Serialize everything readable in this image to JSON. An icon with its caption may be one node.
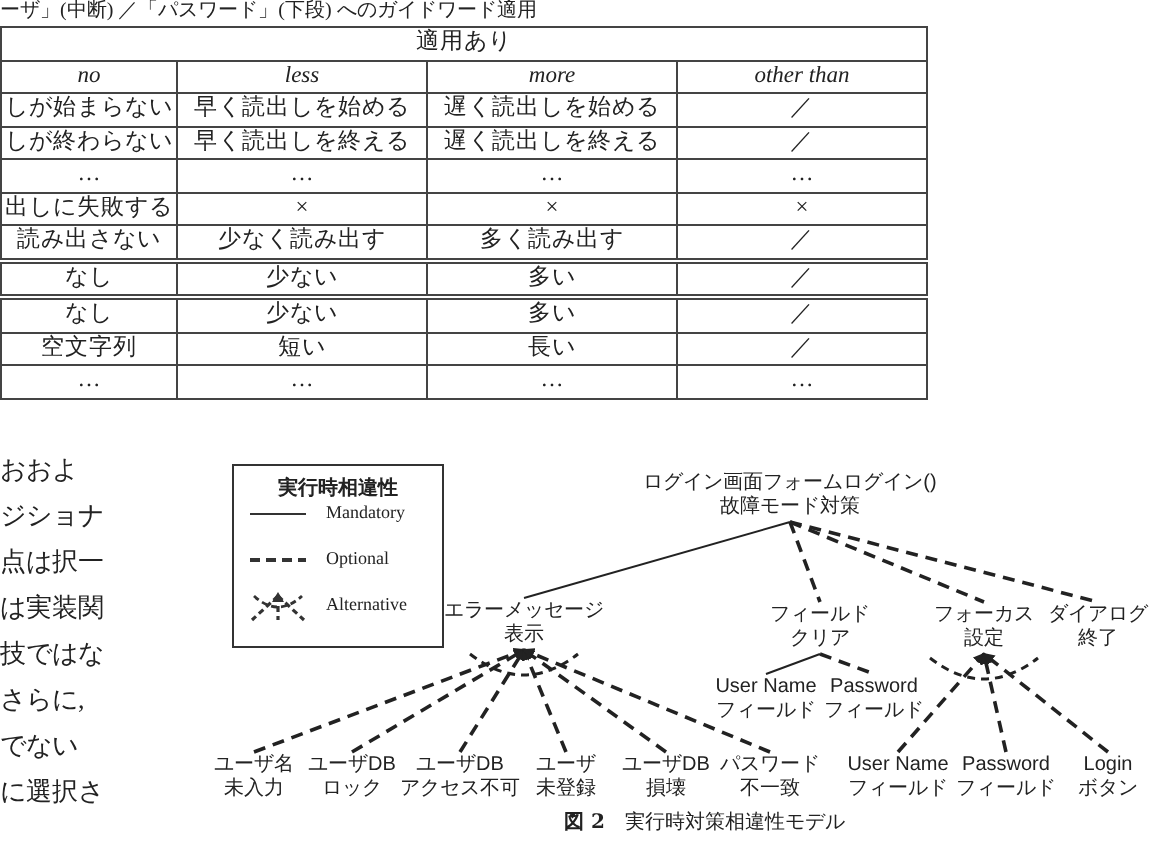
{
  "diagram": {
    "caption": "**図 2**　実行時対策相違性モデル",
    "nodes": [
      {
        "text": [
          "ログイン画面フォームログイン()故障モード対策"
        ]
      },
      {
        "text": [
          "エラーメッセージ表示"
        ]
      },
      {
        "text": [
          "フィールドクリア"
        ]
      },
      {
        "text": [
          "フォーカス設定"
        ]
      },
      {
        "text": [
          "ダイアログ終了"
        ]
      },
      {
        "text": [
          "ユーザ名未入力"
        ]
      },
      {
        "text": [
          "ユーザDBロック"
        ]
      },
      {
        "text": [
          "ユーザDBアクセス不可"
        ]
      },
      {
        "text": [
          "ユーザ未登録"
        ]
      },
      {
        "text": [
          "ユーザDB損壊"
        ]
      },
      {
        "text": [
          "パスワード不一致"
        ]
      },
      {
        "text": [
          "User Name フィールド"
        ]
      },
      {
        "text": [
          "Password フィールド"
        ]
      },
      {
        "text": [
          "User Name フィールド"
        ]
      },
      {
        "text": [
          "Password フィールド"
        ]
      },
      {
        "text": [
          "Login ボタン"
        ]
      }
    ],
    "edges": [
      {
        "from": 0,
        "to": 1,
        "arrow": "none"
      },
      {
        "from": 0,
        "to": 2,
        "arrow": "none",
        "style": "dashed"
      },
      {
        "from": 0,
        "to": 3,
        "arrow": "none",
        "style": "dashed"
      },
      {
        "from": 0,
        "to": 4,
        "arrow": "none",
        "style": "dashed"
      },
      {
        "from": 5,
        "to": 1,
        "arrow": "to",
        "style": "dashed"
      },
      {
        "from": 6,
        "to": 1,
        "arrow": "to",
        "style": "dashed"
      },
      {
        "from": 7,
        "to": 1,
        "arrow": "to",
        "style": "dashed"
      },
      {
        "from": 8,
        "to": 1,
        "arrow": "to",
        "style": "dashed"
      },
      {
        "from": 9,
        "to": 1,
        "arrow": "to",
        "style": "dashed"
      },
      {
        "from": 10,
        "to": 1,
        "arrow": "to",
        "style": "dashed"
      },
      {
        "from": 2,
        "to": 11,
        "arrow": "none"
      },
      {
        "from": 2,
        "to": 12,
        "arrow": "none",
        "style": "dashed"
      },
      {
        "from": 13,
        "to": 3,
        "arrow": "to",
        "style": "dashed"
      },
      {
        "from": 14,
        "to": 3,
        "arrow": "to",
        "style": "dashed"
      },
      {
        "from": 15,
        "to": 3,
        "arrow": "to",
        "style": "dashed"
      }
    ],
    "labels": [
      "ーザ」(中断) ／「パスワード」(下段) へのガイドワード適用",
      "適用あり",
      "no",
      "less",
      "more",
      "other than",
      "しが始まらない",
      "早く読出しを始める",
      "遅く読出しを始める",
      "／",
      "しが終わらない",
      "早く読出しを終える",
      "遅く読出しを終える",
      "／",
      "…",
      "…",
      "…",
      "…",
      "出しに失敗する",
      "×",
      "×",
      "×",
      "読み出さない",
      "少なく読み出す",
      "多く読み出す",
      "／",
      "なし",
      "少ない",
      "多い",
      "／",
      "なし",
      "少ない",
      "多い",
      "／",
      "空文字列",
      "短い",
      "長い",
      "／",
      "…",
      "…",
      "…",
      "…",
      "おおよ",
      "ジショナ",
      "点は択一",
      "は実装関",
      "技ではな",
      "さらに,",
      "でない",
      "に選択さ",
      "実行時相違性"
    ],
    "legend": [
      {
        "text": "Mandatory"
      },
      {
        "text": "Optional"
      },
      {
        "text": "Alternative"
      }
    ]
  }
}
